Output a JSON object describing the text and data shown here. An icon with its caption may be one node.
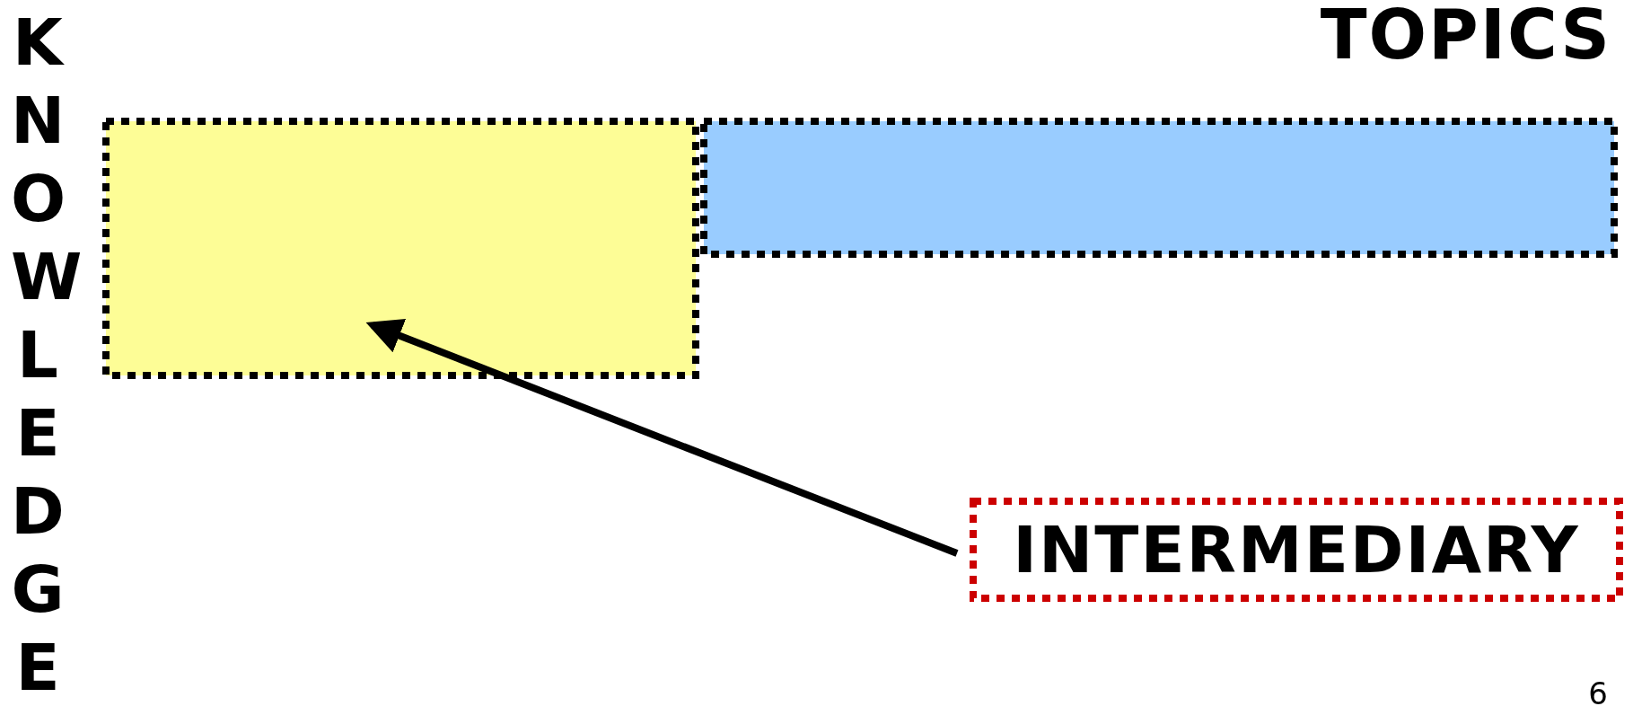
{
  "diagram": {
    "nodes": [
      {
        "text": [],
        "shape": "box"
      },
      {
        "text": [],
        "shape": "box"
      },
      {
        "text": [
          "INTERMEDIARY"
        ]
      }
    ],
    "edges": [
      {
        "from": 2,
        "to": 0,
        "arrow": "to"
      }
    ],
    "labels": [
      "KNOWLEDGE",
      "TOPICS",
      "6"
    ]
  }
}
